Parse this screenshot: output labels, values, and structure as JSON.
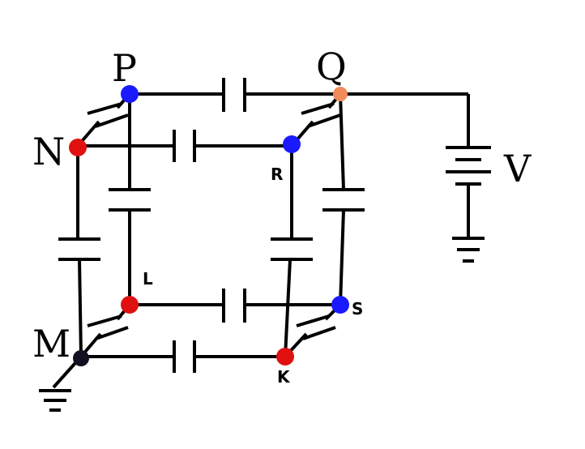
{
  "labels": {
    "P": "P",
    "Q": "Q",
    "N": "N",
    "R": "R",
    "L": "L",
    "S": "S",
    "M": "M",
    "K": "K",
    "V": "V"
  },
  "node_colors": {
    "P": "#1a1aff",
    "Q": "#f08c5a",
    "N": "#e01010",
    "R": "#1a1aff",
    "L": "#e01010",
    "S": "#1a1aff",
    "M": "#111122",
    "K": "#e01010"
  }
}
